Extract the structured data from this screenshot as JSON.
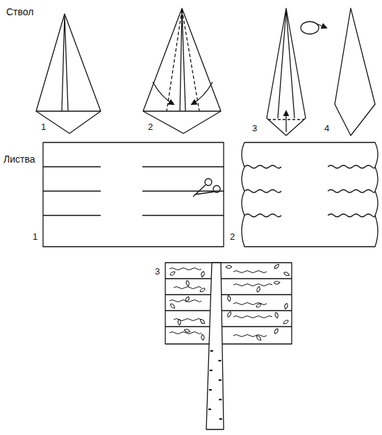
{
  "diagram": {
    "labels": [
      "Ствол",
      "1",
      "2",
      "3",
      "4",
      "Листва",
      "1",
      "2",
      "3"
    ]
  }
}
